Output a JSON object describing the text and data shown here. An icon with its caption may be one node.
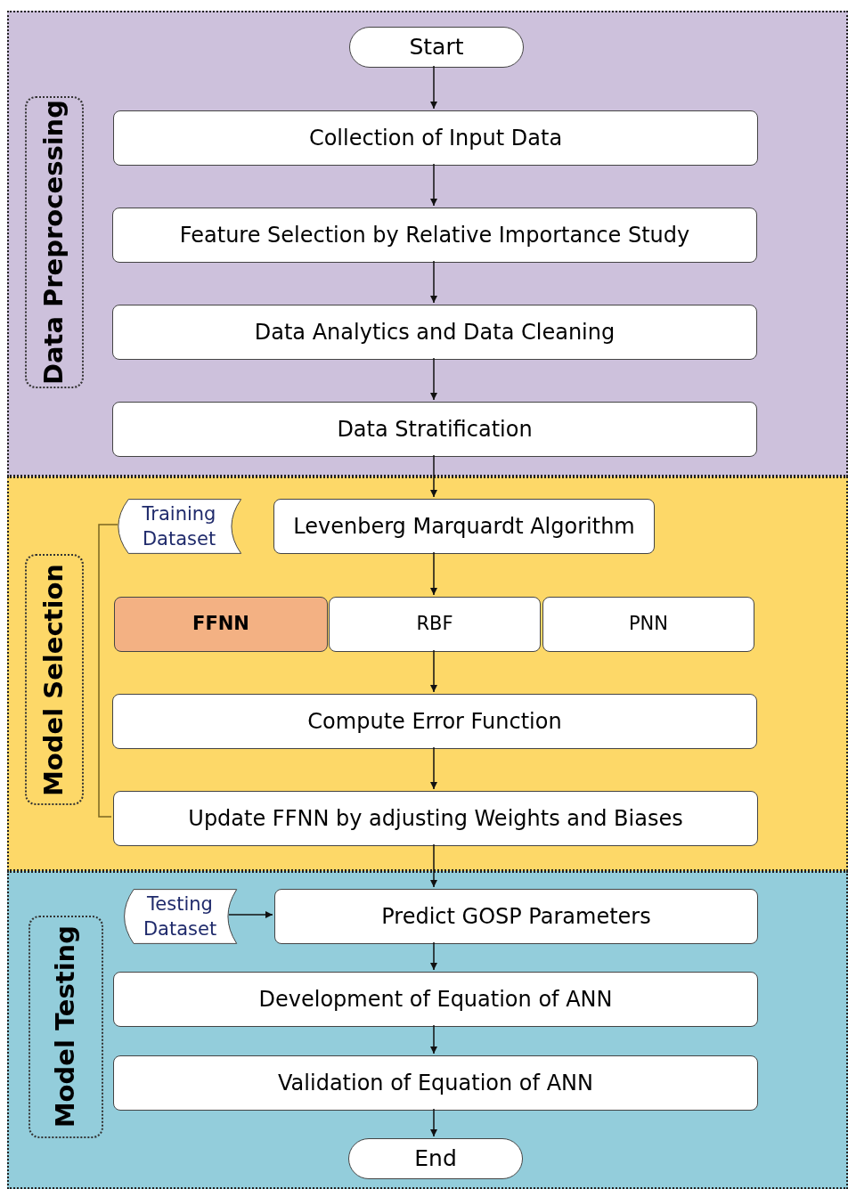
{
  "diagram": {
    "nodes": [
      {
        "text": [
          "Data Preprocessing"
        ]
      },
      {
        "text": [
          "Start"
        ],
        "in": 0
      },
      {
        "text": [
          "Collection of Input Data"
        ],
        "in": 0
      },
      {
        "text": [
          "Feature Selection by Relative Importance Study"
        ],
        "in": 0
      },
      {
        "text": [
          "Data Analytics and Data Cleaning"
        ],
        "in": 0
      },
      {
        "text": [
          "Data Stratification"
        ],
        "in": 0
      },
      {
        "text": [
          "Model Selection"
        ]
      },
      {
        "text": [
          "Training Dataset"
        ],
        "in": 6
      },
      {
        "text": [
          "Levenberg Marquardt Algorithm"
        ],
        "in": 6
      },
      {
        "text": [
          "FFNN"
        ],
        "in": 6
      },
      {
        "text": [
          "RBF"
        ],
        "in": 6
      },
      {
        "text": [
          "PNN"
        ],
        "in": 6
      },
      {
        "text": [
          "Compute Error Function"
        ],
        "in": 6
      },
      {
        "text": [
          "Update FFNN by adjusting Weights and Biases"
        ],
        "in": 6
      },
      {
        "text": [
          "Model Testing"
        ]
      },
      {
        "text": [
          "Testing Dataset"
        ],
        "in": 14
      },
      {
        "text": [
          "Predict GOSP Parameters"
        ],
        "in": 14
      },
      {
        "text": [
          "Development of Equation of ANN"
        ],
        "in": 14
      },
      {
        "text": [
          "Validation of Equation of ANN"
        ],
        "in": 14
      },
      {
        "text": [
          "End"
        ],
        "in": 14
      }
    ],
    "edges": [
      {
        "from": 1,
        "to": 2,
        "arrow": "to"
      },
      {
        "from": 2,
        "to": 3,
        "arrow": "to"
      },
      {
        "from": 3,
        "to": 4,
        "arrow": "to"
      },
      {
        "from": 4,
        "to": 5,
        "arrow": "to"
      },
      {
        "from": 5,
        "to": 8,
        "arrow": "to"
      },
      {
        "from": 8,
        "to": 10,
        "arrow": "to"
      },
      {
        "from": 10,
        "to": 12,
        "arrow": "to"
      },
      {
        "from": 12,
        "to": 13,
        "arrow": "to"
      },
      {
        "from": 7,
        "to": 13,
        "arrow": "none",
        "color": "#7a6520"
      },
      {
        "from": 13,
        "to": 16,
        "arrow": "to"
      },
      {
        "from": 15,
        "to": 16,
        "arrow": "to"
      },
      {
        "from": 16,
        "to": 17,
        "arrow": "to"
      },
      {
        "from": 17,
        "to": 18,
        "arrow": "to"
      },
      {
        "from": 18,
        "to": 19,
        "arrow": "to"
      }
    ]
  }
}
